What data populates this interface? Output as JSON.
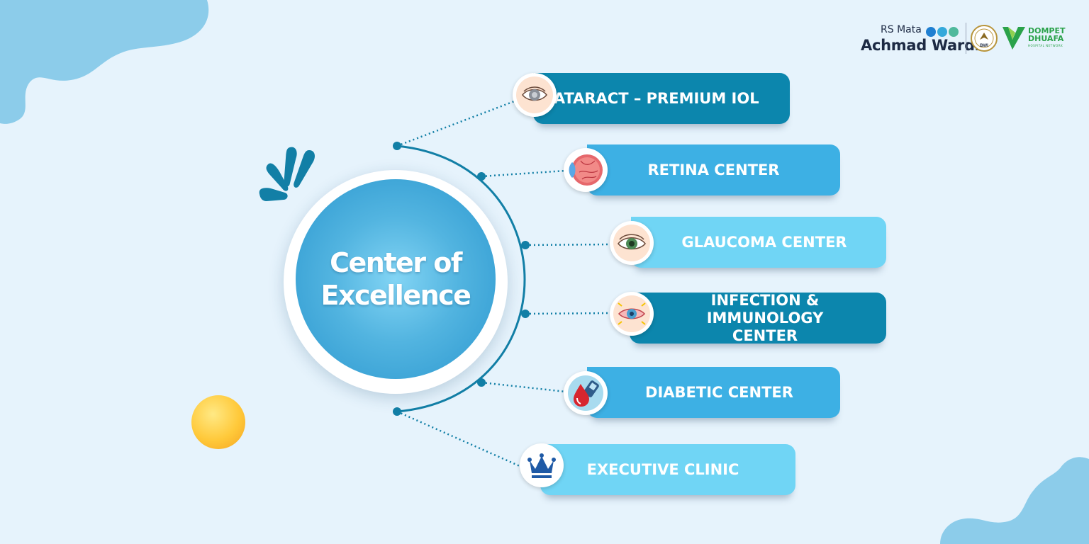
{
  "logo": {
    "rs_top": "RS Mata",
    "rs_main": "Achmad Wardi",
    "dd_line1": "DOMPET",
    "dd_line2": "DHUAFA",
    "dd_sub": "HOSPITAL NETWORK",
    "emblem_text": "BWI"
  },
  "center": {
    "title": "Center of Excellence"
  },
  "items": [
    {
      "label": "CATARACT – PREMIUM IOL",
      "icon": "eye-cataract-icon",
      "color": "#0c86ad"
    },
    {
      "label": "RETINA CENTER",
      "icon": "retina-icon",
      "color": "#3db0e4"
    },
    {
      "label": "GLAUCOMA CENTER",
      "icon": "eye-glaucoma-icon",
      "color": "#70d5f5"
    },
    {
      "label": "INFECTION & IMMUNOLOGY CENTER",
      "icon": "red-eye-icon",
      "color": "#0c86ad"
    },
    {
      "label": "DIABETIC CENTER",
      "icon": "blood-drop-icon",
      "color": "#3db0e4"
    },
    {
      "label": "EXECUTIVE CLINIC",
      "icon": "crown-icon",
      "color": "#70d5f5"
    }
  ],
  "colors": {
    "background": "#e6f3fc",
    "connector": "#127fa6",
    "blob": "#8cccea"
  }
}
